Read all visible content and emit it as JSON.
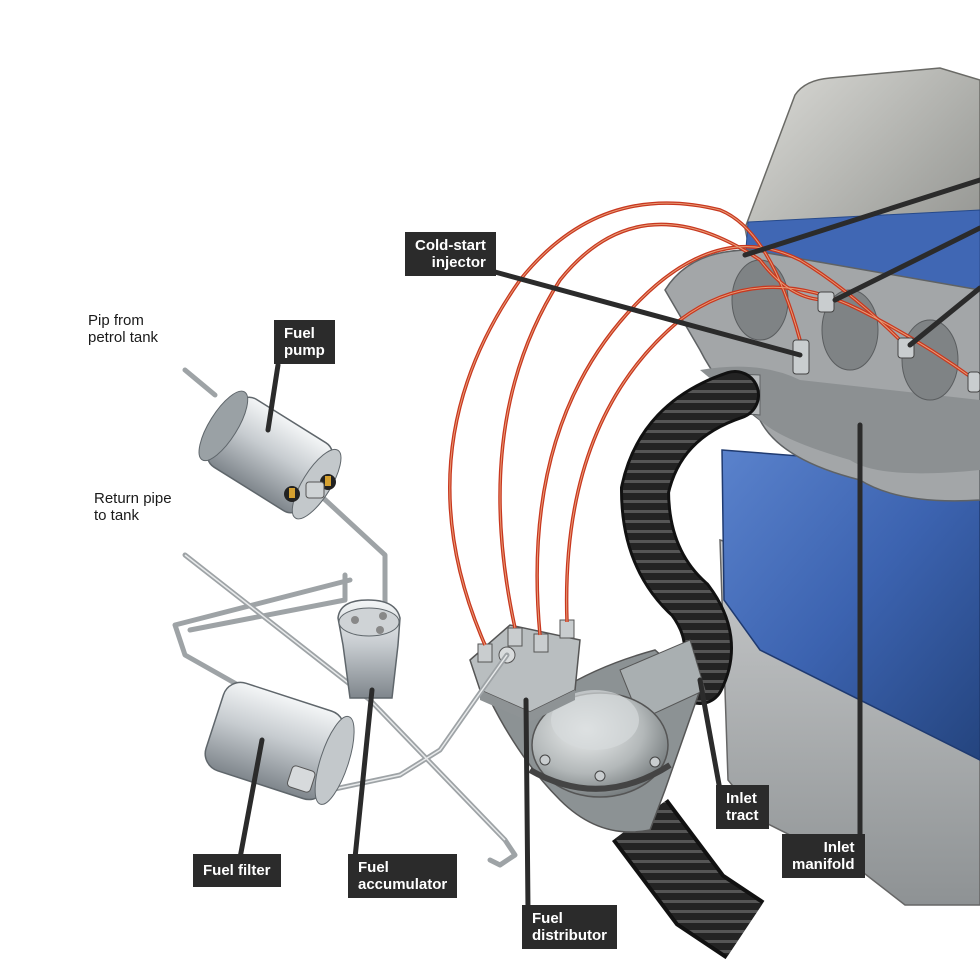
{
  "annotations": {
    "pipe_from_tank": "Pip from\npetrol tank",
    "return_pipe": "Return pipe\nto tank"
  },
  "labels": {
    "cold_start_injector": "Cold-start\ninjector",
    "fuel_pump": "Fuel\npump",
    "fuel_filter": "Fuel filter",
    "fuel_accumulator": "Fuel\naccumulator",
    "fuel_distributor": "Fuel\ndistributor",
    "inlet_tract": "Inlet\ntract",
    "inlet_manifold": "Inlet\nmanifold"
  },
  "colors": {
    "engine_blue": "#3c63b0",
    "metal_grey": "#b8bcbf",
    "fuel_line_red": "#c8371f",
    "hose_black": "#1e1e1e",
    "label_bg": "#2b2b2b"
  }
}
